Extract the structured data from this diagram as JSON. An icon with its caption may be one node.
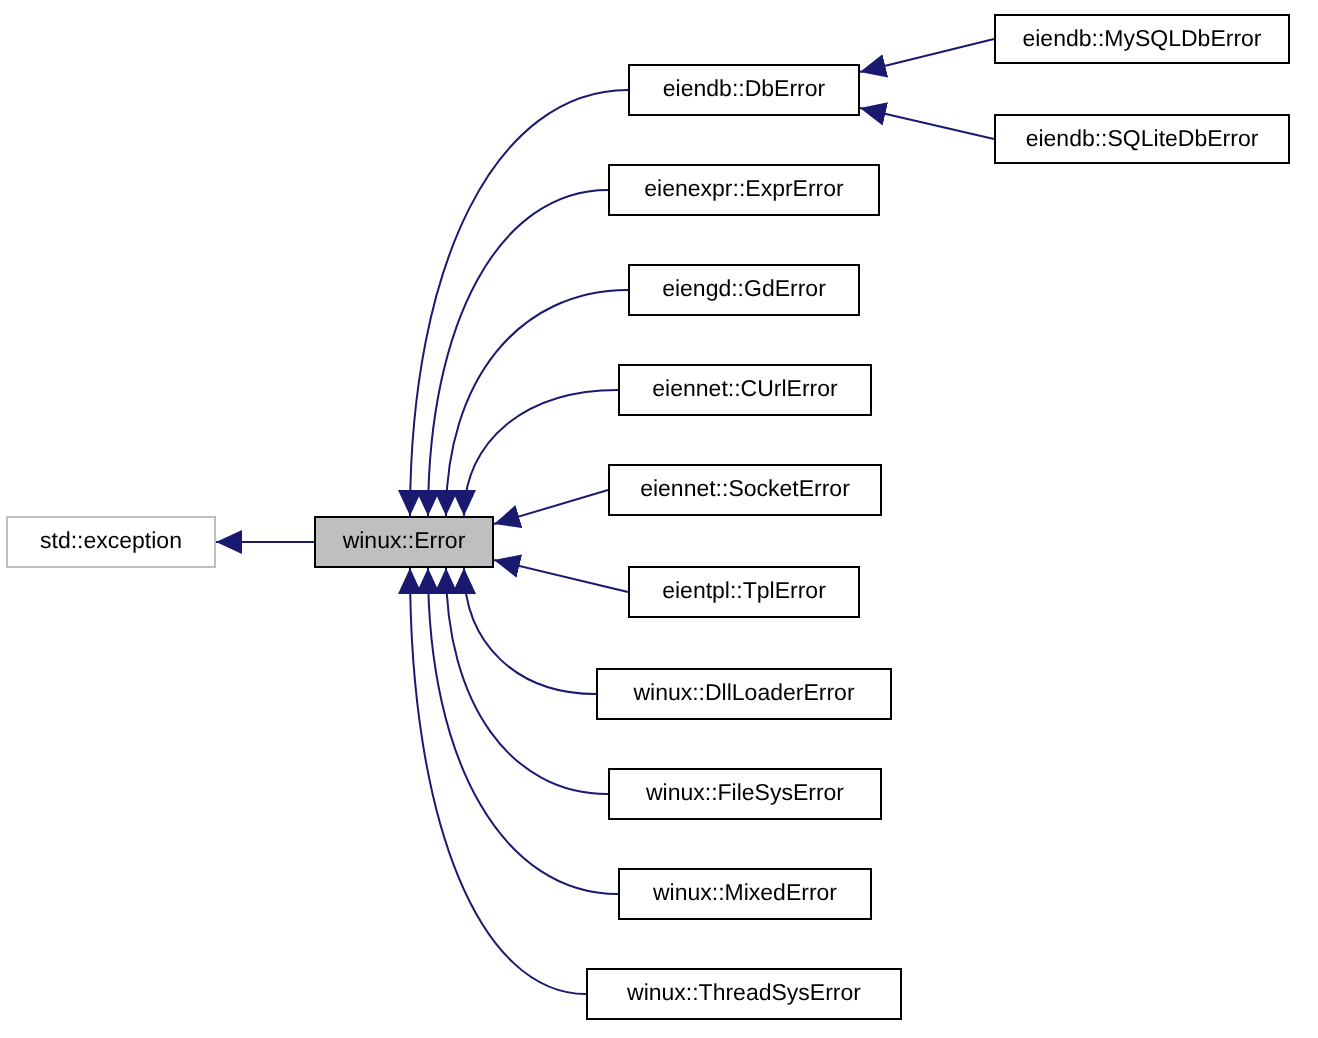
{
  "diagram": {
    "nodes": [
      {
        "text": [
          "std::exception"
        ]
      },
      {
        "text": [
          "winux::Error"
        ]
      },
      {
        "text": [
          "eiendb::DbError"
        ]
      },
      {
        "text": [
          "eiendb::MySQLDbError"
        ]
      },
      {
        "text": [
          "eiendb::SQLiteDbError"
        ]
      },
      {
        "text": [
          "eienexpr::ExprError"
        ]
      },
      {
        "text": [
          "eiengd::GdError"
        ]
      },
      {
        "text": [
          "eiennet::CUrlError"
        ]
      },
      {
        "text": [
          "eiennet::SocketError"
        ]
      },
      {
        "text": [
          "eientpl::TplError"
        ]
      },
      {
        "text": [
          "winux::DllLoaderError"
        ]
      },
      {
        "text": [
          "winux::FileSysError"
        ]
      },
      {
        "text": [
          "winux::MixedError"
        ]
      },
      {
        "text": [
          "winux::ThreadSysError"
        ]
      }
    ],
    "edges": [
      {
        "from": 1,
        "to": 0,
        "arrow": "to"
      },
      {
        "from": 2,
        "to": 1,
        "arrow": "to"
      },
      {
        "from": 3,
        "to": 2,
        "arrow": "to"
      },
      {
        "from": 4,
        "to": 2,
        "arrow": "to"
      },
      {
        "from": 5,
        "to": 1,
        "arrow": "to"
      },
      {
        "from": 6,
        "to": 1,
        "arrow": "to"
      },
      {
        "from": 7,
        "to": 1,
        "arrow": "to"
      },
      {
        "from": 8,
        "to": 1,
        "arrow": "to"
      },
      {
        "from": 9,
        "to": 1,
        "arrow": "to"
      },
      {
        "from": 10,
        "to": 1,
        "arrow": "to"
      },
      {
        "from": 11,
        "to": 1,
        "arrow": "to"
      },
      {
        "from": 12,
        "to": 1,
        "arrow": "to"
      },
      {
        "from": 13,
        "to": 1,
        "arrow": "to"
      }
    ]
  }
}
